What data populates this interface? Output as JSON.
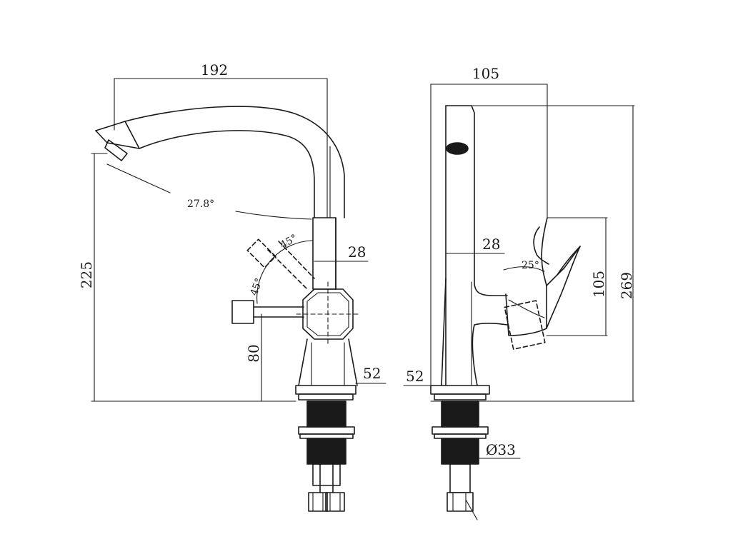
{
  "front_view": {
    "dims": {
      "width_top": "192",
      "height_total": "225",
      "spout_angle": "27.8°",
      "handle_angle_upper": "45°",
      "handle_angle_lower": "45°",
      "body_width": "28",
      "handle_height": "80",
      "base_width": "52"
    }
  },
  "side_view": {
    "dims": {
      "width_top": "105",
      "height_total": "269",
      "handle_height": "105",
      "body_width": "28",
      "handle_angle": "25°",
      "base_width": "52",
      "thread_diameter": "Ø33"
    }
  }
}
